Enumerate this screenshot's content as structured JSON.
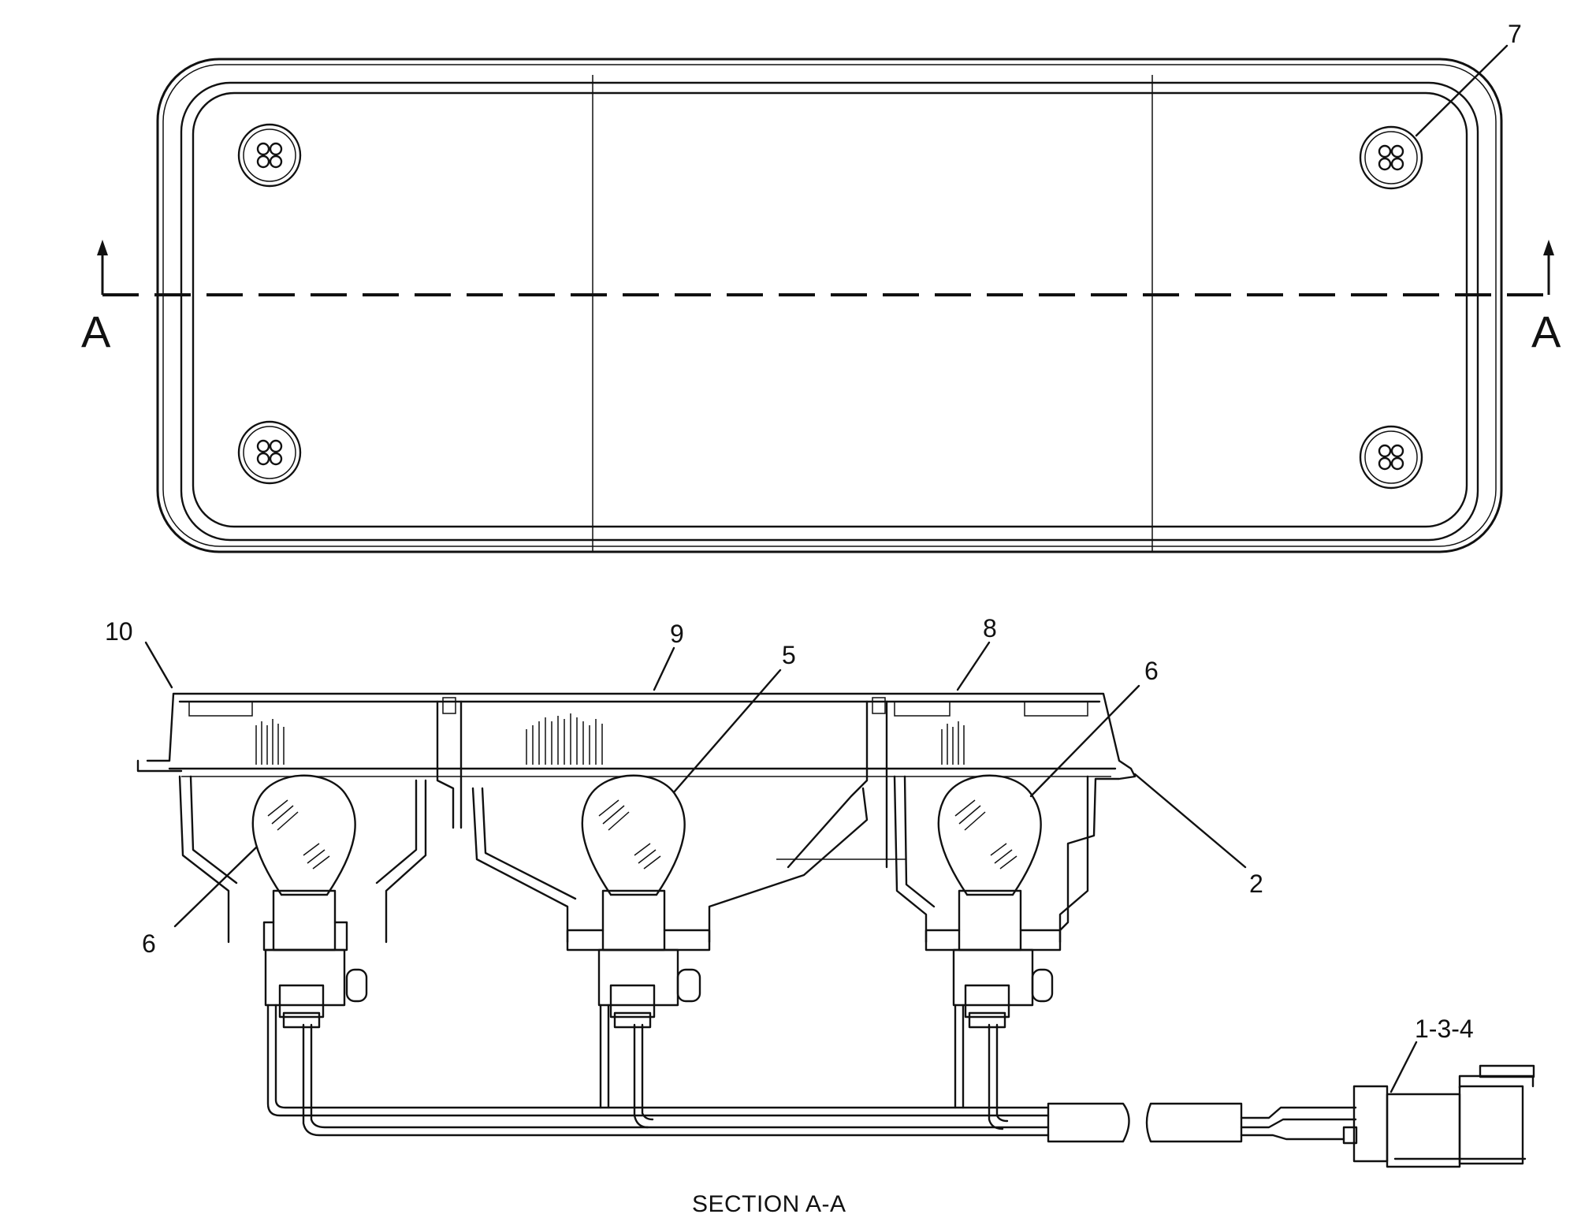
{
  "callouts": {
    "top_right": "7",
    "left_housing": "10",
    "center_lens": "9",
    "right_lens": "8",
    "center_bulb": "5",
    "right_bulb": "6",
    "left_bulb": "6",
    "gasket": "2",
    "connector": "1-3-4"
  },
  "section_markers": {
    "left": "A",
    "right": "A"
  },
  "caption": "SECTION A-A"
}
